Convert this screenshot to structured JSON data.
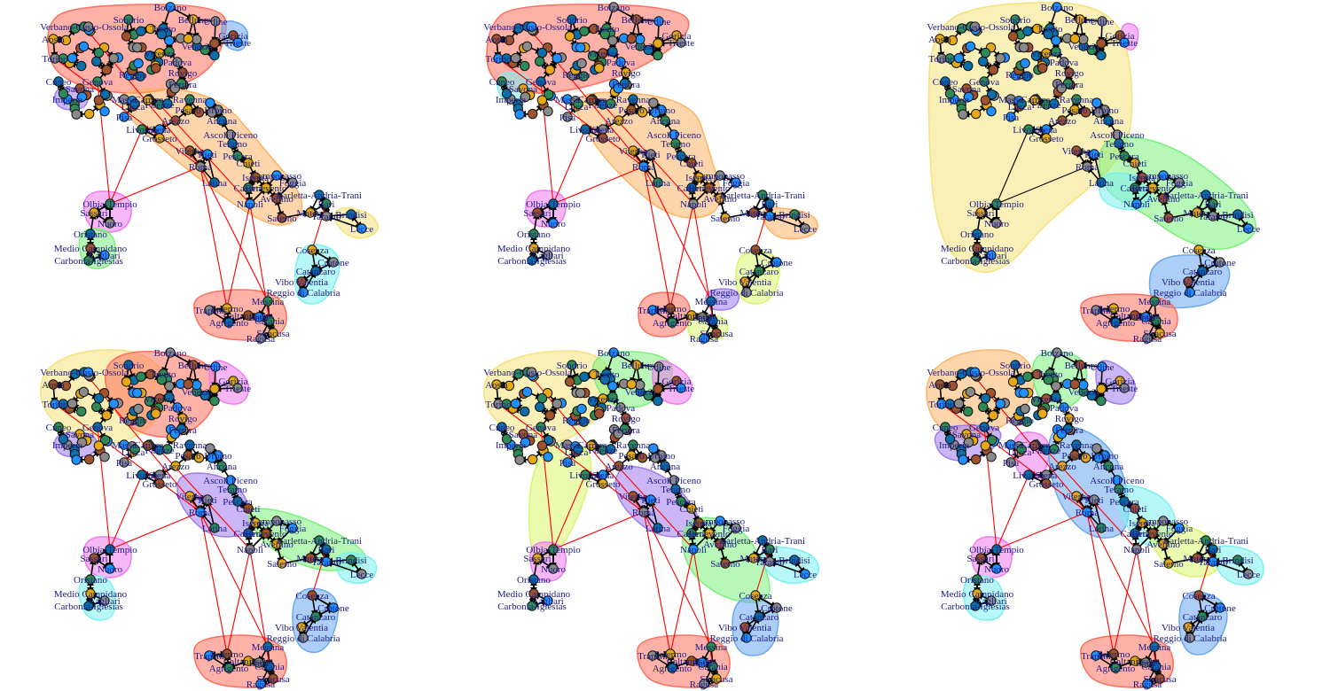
{
  "colors": {
    "background": "#ffffff",
    "edge_black": "#000000",
    "edge_red": "#ff0000",
    "label": "#1a1a8c",
    "node_outline": "#111111",
    "node_fills": [
      "#1e90ff",
      "#2e8b57",
      "#e6a817",
      "#8a8a8a",
      "#0b6ea8",
      "#a0522d"
    ],
    "hull_fills": {
      "red": "#ff6f5e",
      "orange": "#ffb366",
      "yellow": "#f6e27a",
      "lime": "#d8f56b",
      "green": "#7cf07c",
      "cyan": "#7cf0f0",
      "blue": "#6aa8f0",
      "purple": "#a17cf0",
      "magenta": "#f07cf0"
    }
  },
  "node_labels": [
    "Bolzano",
    "Sondrio",
    "Belluno",
    "Udine",
    "Trento",
    "Gorizia",
    "Trieste",
    "Verbano-Cusio-Ossola",
    "Aosta",
    "Torino",
    "Cuneo",
    "Savona",
    "Imperia",
    "Rovigo",
    "Ferrara",
    "Ravenna",
    "Reggio",
    "Massa",
    "Carrara",
    "Pesaro",
    "Urbino",
    "Ancona",
    "Livorno",
    "Grosseto",
    "Ascoli Piceno",
    "Teramo",
    "Viterbo",
    "Rieti",
    "Pescara",
    "Chieti",
    "Roma",
    "Latina",
    "Caserta",
    "Benevento",
    "Avellino",
    "Napoli",
    "Salerno",
    "Campobasso",
    "Foggia",
    "Barletta-Andria-Trani",
    "Bari",
    "Brindisi",
    "Taranto",
    "Lecce",
    "Matera",
    "Olbia-Tempio",
    "Sassari",
    "Nuoro",
    "Oristano",
    "Medio Campidano",
    "Cagliari",
    "Carbonia-Iglesias",
    "Cosenza",
    "Crotone",
    "Catanzaro",
    "Vibo Valentia",
    "Reggio di Calabria",
    "Messina",
    "Palermo",
    "Trapani",
    "Agrigento",
    "Enna",
    "Catania",
    "Siracusa",
    "Ragusa",
    "Caltanissetta",
    "Isernia",
    "Arezzo",
    "Siena",
    "Firenze",
    "Pisa",
    "Lucca",
    "Genova",
    "Venezia",
    "Padova",
    "Vicenza"
  ]
}
